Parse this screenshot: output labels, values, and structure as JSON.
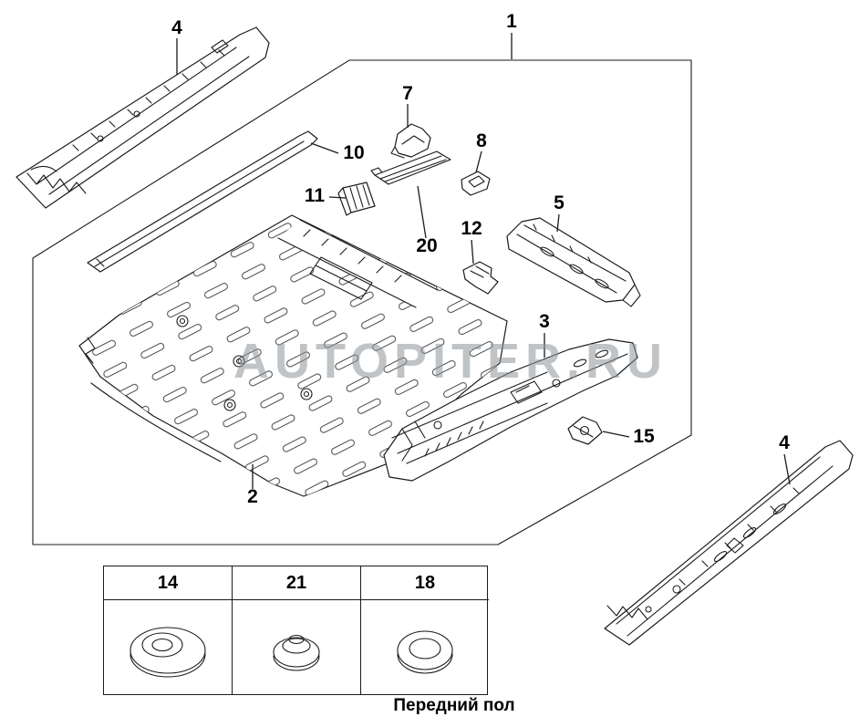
{
  "diagram": {
    "caption": "Передний пол",
    "watermark": "AUTOPITER.RU",
    "callouts": {
      "c1": "1",
      "c2": "2",
      "c3": "3",
      "c4": "4",
      "c5": "5",
      "c7": "7",
      "c8": "8",
      "c10": "10",
      "c11": "11",
      "c12": "12",
      "c15": "15",
      "c20": "20"
    },
    "legend": {
      "cells": [
        {
          "label": "14",
          "icon": "grommet-large-icon"
        },
        {
          "label": "21",
          "icon": "plug-round-icon"
        },
        {
          "label": "18",
          "icon": "grommet-ring-icon"
        }
      ]
    }
  }
}
